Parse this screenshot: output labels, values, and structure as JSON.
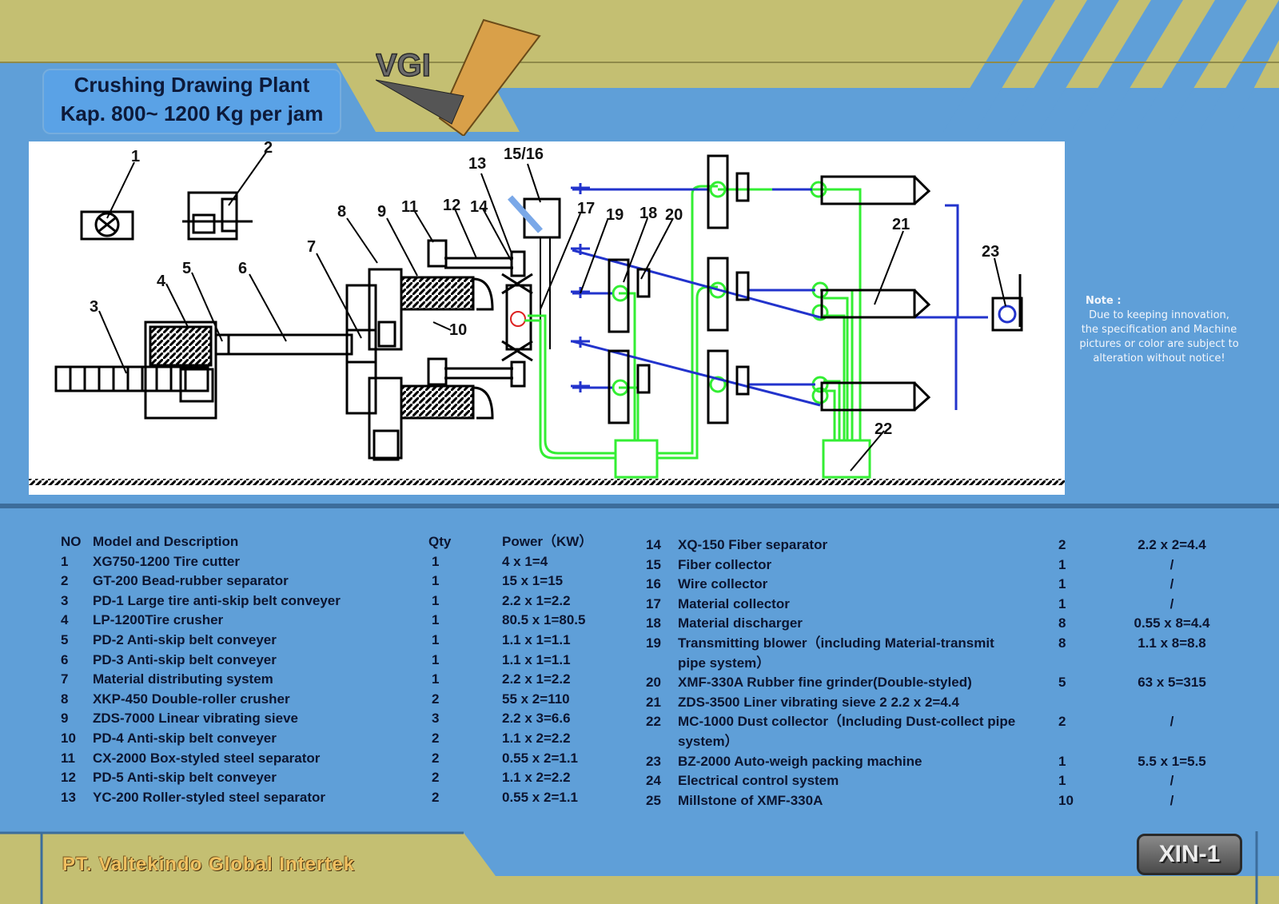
{
  "title": {
    "line1": "Crushing Drawing Plant",
    "line2": "Kap. 800~ 1200 Kg per jam"
  },
  "logo_text": "VGI",
  "diagram_labels": [
    "1",
    "2",
    "3",
    "4",
    "5",
    "6",
    "7",
    "8",
    "9",
    "10",
    "11",
    "12",
    "13",
    "14",
    "15/16",
    "17",
    "18",
    "19",
    "20",
    "21",
    "22",
    "23"
  ],
  "note": {
    "title": "Note :",
    "text": "Due to keeping innovation, the specification and Machine pictures or color are subject to alteration without notice!"
  },
  "table_headers": {
    "no": "NO",
    "model": "Model and Description",
    "qty": "Qty",
    "power": "Power（KW）"
  },
  "table_left": [
    {
      "no": "1",
      "model": "XG750-1200 Tire cutter",
      "qty": "1",
      "power": "4 x 1=4"
    },
    {
      "no": "2",
      "model": "GT-200 Bead-rubber separator",
      "qty": "1",
      "power": "15 x 1=15"
    },
    {
      "no": "3",
      "model": "PD-1 Large tire anti-skip belt conveyer",
      "qty": "1",
      "power": "2.2 x 1=2.2"
    },
    {
      "no": "4",
      "model": "LP-1200Tire crusher",
      "qty": "1",
      "power": "80.5 x 1=80.5"
    },
    {
      "no": "5",
      "model": "PD-2 Anti-skip belt conveyer",
      "qty": "1",
      "power": "1.1 x 1=1.1"
    },
    {
      "no": "6",
      "model": "PD-3 Anti-skip belt conveyer",
      "qty": "1",
      "power": "1.1 x 1=1.1"
    },
    {
      "no": "7",
      "model": "Material distributing system",
      "qty": "1",
      "power": "2.2 x 1=2.2"
    },
    {
      "no": "8",
      "model": "XKP-450 Double-roller crusher",
      "qty": "2",
      "power": "55 x 2=110"
    },
    {
      "no": "9",
      "model": "ZDS-7000 Linear vibrating sieve",
      "qty": "3",
      "power": "2.2 x 3=6.6"
    },
    {
      "no": "10",
      "model": "PD-4 Anti-skip belt conveyer",
      "qty": "2",
      "power": "1.1 x 2=2.2"
    },
    {
      "no": "11",
      "model": "CX-2000 Box-styled steel separator",
      "qty": "2",
      "power": "0.55 x 2=1.1"
    },
    {
      "no": "12",
      "model": "PD-5 Anti-skip belt conveyer",
      "qty": "2",
      "power": "1.1 x 2=2.2"
    },
    {
      "no": "13",
      "model": "YC-200 Roller-styled steel separator",
      "qty": "2",
      "power": "0.55 x 2=1.1"
    }
  ],
  "table_right": [
    {
      "no": "14",
      "model": "XQ-150 Fiber separator",
      "model2": "",
      "qty": "2",
      "power": "2.2 x 2=4.4"
    },
    {
      "no": "15",
      "model": "Fiber collector",
      "model2": "",
      "qty": "1",
      "power": "/"
    },
    {
      "no": "16",
      "model": " Wire collector",
      "model2": "",
      "qty": "1",
      "power": "/"
    },
    {
      "no": "17",
      "model": "Material collector",
      "model2": "",
      "qty": "1",
      "power": "/"
    },
    {
      "no": "18",
      "model": "Material discharger",
      "model2": "",
      "qty": "8",
      "power": "0.55 x 8=4.4"
    },
    {
      "no": "19",
      "model": "Transmitting blower（including Material-transmit",
      "model2": "pipe system）",
      "qty": "8",
      "power": "1.1 x 8=8.8"
    },
    {
      "no": "20",
      "model": "XMF-330A Rubber fine grinder(Double-styled)",
      "model2": "",
      "qty": "5",
      "power": "63 x 5=315"
    },
    {
      "no": "21",
      "model": "ZDS-3500 Liner vibrating sieve 2 2.2 x 2=4.4",
      "model2": "",
      "qty": "",
      "power": ""
    },
    {
      "no": "22",
      "model": "MC-1000 Dust collector（Including Dust-collect pipe",
      "model2": "system）",
      "qty": "2",
      "power": "/"
    },
    {
      "no": "23",
      "model": "BZ-2000 Auto-weigh packing machine",
      "model2": "",
      "qty": "1",
      "power": "5.5 x 1=5.5"
    },
    {
      "no": "24",
      "model": "Electrical control system",
      "model2": "",
      "qty": "1",
      "power": "/"
    },
    {
      "no": "25",
      "model": "Millstone of XMF-330A",
      "model2": "",
      "qty": "10",
      "power": "/"
    }
  ],
  "company": "PT. Valtekindo Global Intertek",
  "badge": "XIN-1",
  "colors": {
    "background_blue": "#5f9fd8",
    "khaki": "#c4bf72",
    "title_box": "#5aa2e6",
    "pipe_green": "#33ee33",
    "pipe_blue": "#2233cc"
  }
}
